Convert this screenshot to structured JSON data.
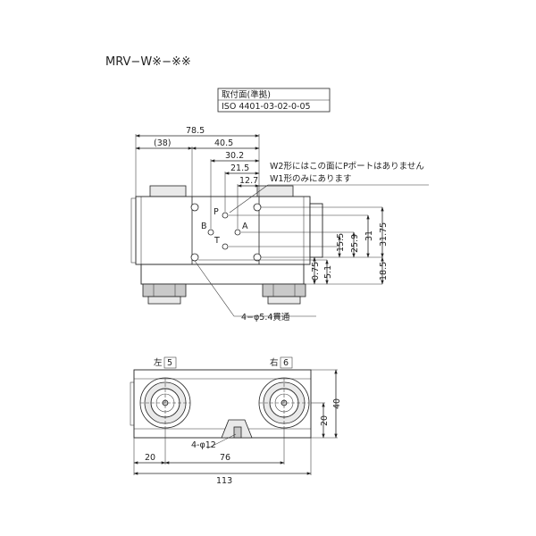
{
  "title": "MRV−W※−※※",
  "standard": {
    "line1": "取付面(準拠)",
    "line2": "ISO 4401-03-02-0-05"
  },
  "notes": {
    "w2": "W2形にはこの面にPポートはありません",
    "w1": "W1形のみにあります",
    "holes": "4−φ5.4貫通",
    "pins": "4-φ12"
  },
  "ports": {
    "p": "P",
    "b": "B",
    "a": "A",
    "t": "T"
  },
  "sides": {
    "left": "左",
    "left_num": "5",
    "right": "右",
    "right_num": "6"
  },
  "dimensions": {
    "overall_width_top": "78.5",
    "left_offset": "(38)",
    "d40_5": "40.5",
    "d30_2": "30.2",
    "d21_5": "21.5",
    "d12_7": "12.7",
    "d31_75": "31.75",
    "d31": "31",
    "d25_9": "25.9",
    "d15_5": "15.5",
    "d18_5": "18.5",
    "d5_1": "5.1",
    "d0_75": "0.75",
    "d20_bottom": "20",
    "d76": "76",
    "d113": "113",
    "d20_right": "20",
    "d40": "40"
  }
}
